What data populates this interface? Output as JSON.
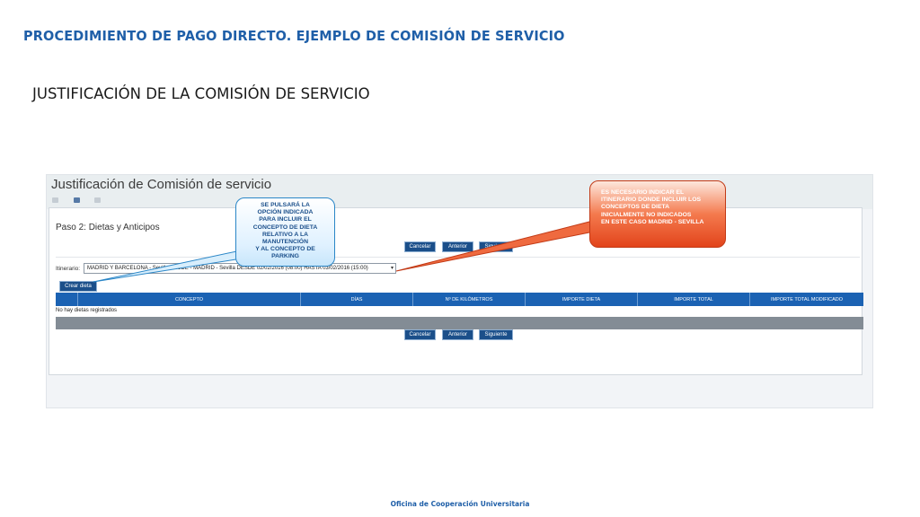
{
  "slide": {
    "header": "PROCEDIMIENTO DE PAGO DIRECTO. EJEMPLO DE COMISIÓN DE SERVICIO",
    "subtitle": "JUSTIFICACIÓN DE LA COMISIÓN DE SERVICIO",
    "footer": "Oficina de Cooperación Universitaria"
  },
  "app": {
    "title": "Justificación de Comisión de servicio",
    "steps": [
      {
        "label": "",
        "active": false
      },
      {
        "label": "",
        "active": true
      },
      {
        "label": "",
        "active": false
      }
    ],
    "step_title": "Paso 2: Dietas y Anticipos",
    "buttons": {
      "cancel": "Cancelar",
      "previous": "Anterior",
      "next": "Siguiente",
      "create_dieta": "Crear dieta"
    },
    "itinerary": {
      "label": "Itinerario:",
      "value": "MADRID Y BARCELONA - Sevilla DESDE - MADRID - Sevilla DESDE 02/02/2016 (08:00) HASTA 03/02/2016 (15:00)"
    },
    "table": {
      "columns": [
        "CONCEPTO",
        "DÍAS",
        "Nº DE KILÓMETROS",
        "IMPORTE DIETA",
        "IMPORTE TOTAL",
        "IMPORTE TOTAL MODIFICADO"
      ],
      "empty_message": "No hay dietas registrados"
    }
  },
  "callouts": {
    "blue": "SE PULSARÁ LA\nOPCIÓN INDICADA\nPARA INCLUIR EL\nCONCEPTO DE DIETA\nRELATIVO A LA\nMANUTENCIÓN\nY AL CONCEPTO DE\nPARKING",
    "red": "ES NECESARIO INDICAR EL\nITINERARIO DONDE INCLUIR LOS\nCONCEPTOS DE DIETA\nINICIALMENTE NO INDICADOS\nEN ESTE CASO MADRID - SEVILLA"
  },
  "colors": {
    "header_blue": "#1f5fa8",
    "button_blue": "#1b4f8a",
    "table_header_blue": "#1b62b3",
    "callout_red": "#e2441b",
    "callout_blue_border": "#2a86c7"
  }
}
